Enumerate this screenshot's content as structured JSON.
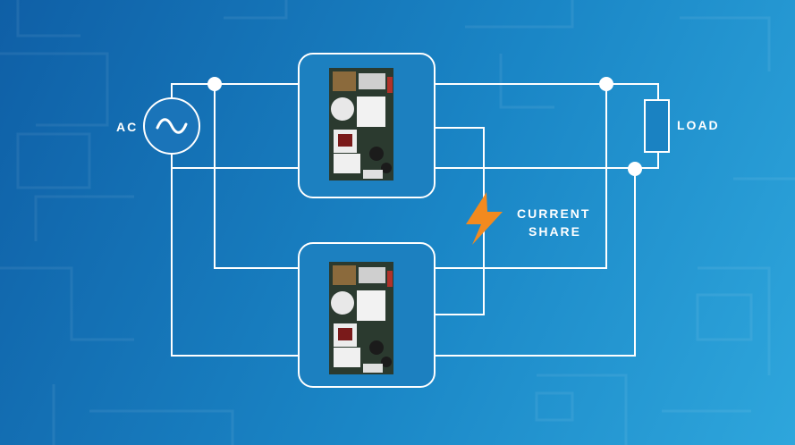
{
  "diagram": {
    "ac_label": "AC",
    "load_label": "LOAD",
    "share_line1": "CURRENT",
    "share_line2": "SHARE",
    "icons": {
      "ac_source": "ac-sine-wave-icon",
      "load": "resistor-icon",
      "share": "lightning-bolt-icon",
      "supply": "power-supply-board-icon"
    },
    "colors": {
      "bg_dark": "#0f5fa6",
      "bg_light": "#2ea6dc",
      "wire": "#ffffff",
      "bolt": "#f28a1f"
    }
  }
}
